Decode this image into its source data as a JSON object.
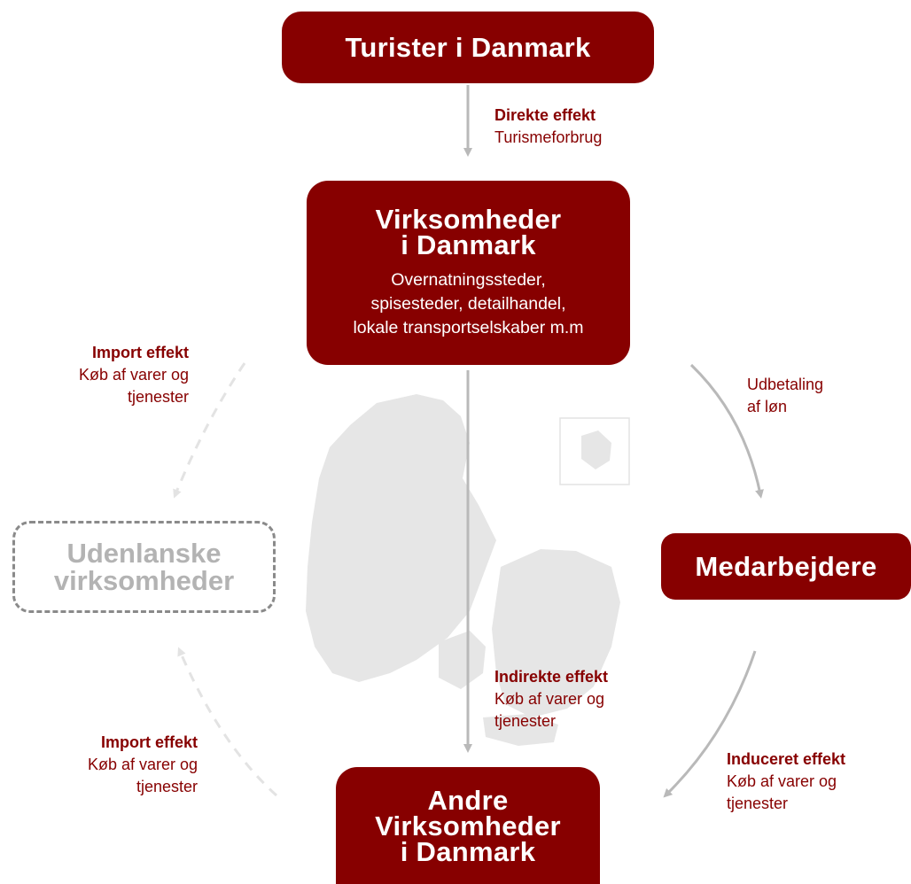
{
  "nodes": {
    "tourists": {
      "title": "Turister i Danmark"
    },
    "companies": {
      "title": "Virksomheder\ni Danmark",
      "subtitle": "Overnatningssteder,\nspisesteder, detailhandel,\nlokale transportselskaber m.m"
    },
    "employees": {
      "title": "Medarbejdere"
    },
    "foreign": {
      "title": "Udenlanske\nvirksomheder"
    },
    "other_companies": {
      "title": "Andre\nVirksomheder\ni Danmark"
    }
  },
  "edges": {
    "direct": {
      "title": "Direkte effekt",
      "text": "Turismeforbrug"
    },
    "salary": {
      "title": "",
      "text": "Udbetaling\naf løn"
    },
    "import_top": {
      "title": "Import effekt",
      "text": "Køb af varer og\ntjenester"
    },
    "import_bottom": {
      "title": "Import effekt",
      "text": "Køb af varer og\ntjenester"
    },
    "indirect": {
      "title": "Indirekte effekt",
      "text": "Køb af varer og\ntjenester"
    },
    "induced": {
      "title": "Induceret effekt",
      "text": "Køb af varer og\ntjenester"
    }
  },
  "colors": {
    "primary": "#870000",
    "arrow": "#b9b9b9",
    "map": "#e6e6e6",
    "dashed": "#8a8a8a"
  }
}
